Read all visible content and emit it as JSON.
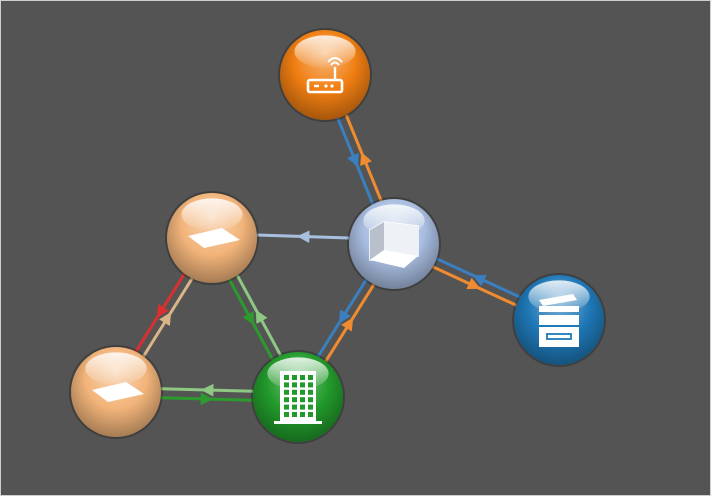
{
  "colors": {
    "background": "#545454",
    "router": "#f07e12",
    "hub": "#a8bde0",
    "printer": "#1f78b6",
    "building": "#229a2b",
    "peach": "#f2b47a",
    "link_orange": "#f08c30",
    "link_blue": "#3a7fc0",
    "link_lightblue": "#a9bfe0",
    "link_red": "#d83030",
    "link_tan": "#d8b488",
    "link_green": "#2c9a2c",
    "link_lightgreen": "#8fc883",
    "icon_white": "#ffffff"
  },
  "nodes": [
    {
      "id": "router",
      "name": "router-node",
      "icon": "wireless-router-icon",
      "color": "router"
    },
    {
      "id": "hub",
      "name": "hub-node",
      "icon": "box-icon",
      "color": "hub"
    },
    {
      "id": "printer",
      "name": "printer-node",
      "icon": "copier-icon",
      "color": "printer"
    },
    {
      "id": "building",
      "name": "building-node",
      "icon": "office-building-icon",
      "color": "building"
    },
    {
      "id": "peach1",
      "name": "workstation-node-upper",
      "icon": "plane-icon",
      "color": "peach"
    },
    {
      "id": "peach2",
      "name": "workstation-node-lower",
      "icon": "plane-icon",
      "color": "peach"
    }
  ],
  "links": [
    {
      "name": "link-hub-to-router",
      "from": "hub",
      "to": "router",
      "color": "link_orange"
    },
    {
      "name": "link-router-to-hub",
      "from": "router",
      "to": "hub",
      "color": "link_blue"
    },
    {
      "name": "link-hub-to-printer",
      "from": "hub",
      "to": "printer",
      "color": "link_orange"
    },
    {
      "name": "link-printer-to-hub",
      "from": "printer",
      "to": "hub",
      "color": "link_blue"
    },
    {
      "name": "link-hub-to-upper-node",
      "from": "hub",
      "to": "peach1",
      "color": "link_lightblue"
    },
    {
      "name": "link-building-to-hub",
      "from": "building",
      "to": "hub",
      "color": "link_orange"
    },
    {
      "name": "link-hub-to-building",
      "from": "hub",
      "to": "building",
      "color": "link_blue"
    },
    {
      "name": "link-upper-to-lower",
      "from": "peach1",
      "to": "peach2",
      "color": "link_red"
    },
    {
      "name": "link-lower-to-upper",
      "from": "peach2",
      "to": "peach1",
      "color": "link_tan"
    },
    {
      "name": "link-upper-to-building",
      "from": "peach1",
      "to": "building",
      "color": "link_green"
    },
    {
      "name": "link-building-to-upper",
      "from": "building",
      "to": "peach1",
      "color": "link_lightgreen"
    },
    {
      "name": "link-lower-to-building",
      "from": "peach2",
      "to": "building",
      "color": "link_green"
    },
    {
      "name": "link-building-to-lower",
      "from": "building",
      "to": "peach2",
      "color": "link_lightgreen"
    }
  ]
}
